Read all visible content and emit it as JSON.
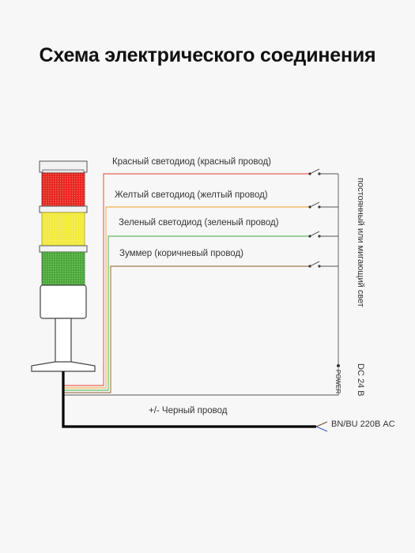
{
  "title": "Схема электрического соединения",
  "labels": {
    "red": "Красный светодиод (красный провод)",
    "yellow": "Желтый светодиод (желтый провод)",
    "green": "Зеленый светодиод (зеленый провод)",
    "buzzer": "Зуммер (коричневый провод)",
    "black": "+/- Черный провод",
    "ac": "BN/BU 220В AC",
    "dc": "DC 24 В",
    "power": "POWER",
    "mode": "постоянный или мигающий свет"
  },
  "colors": {
    "red_wire": "#e53b2c",
    "yellow_wire": "#f0a21e",
    "green_wire": "#3fae3a",
    "brown_wire": "#8b5a2b",
    "black_wire": "#000000",
    "lamp_red": "#e8251e",
    "lamp_yellow": "#f2ea3a",
    "lamp_green": "#4aa838"
  }
}
